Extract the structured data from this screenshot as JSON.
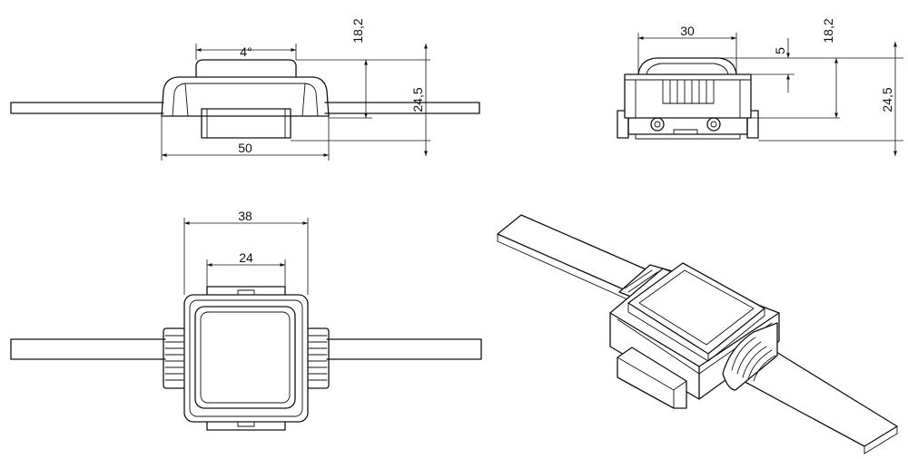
{
  "dimensions": {
    "side": {
      "top_angle": "4°",
      "height_total": "24,5",
      "height_upper": "18,2",
      "length": "50"
    },
    "front": {
      "width": "30",
      "cap": "5",
      "height_upper": "18,2",
      "height_total": "24,5"
    },
    "top": {
      "outer": "38",
      "inner": "24"
    }
  }
}
